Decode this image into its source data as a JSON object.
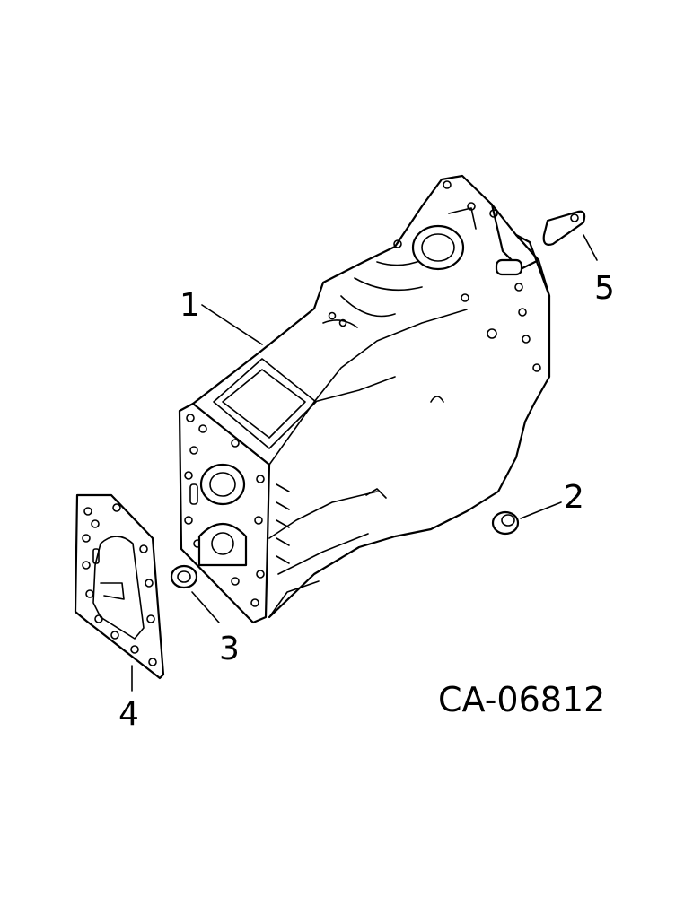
{
  "diagram": {
    "reference_code": "CA-06812",
    "callouts": [
      {
        "id": "1",
        "label": "1"
      },
      {
        "id": "2",
        "label": "2"
      },
      {
        "id": "3",
        "label": "3"
      },
      {
        "id": "4",
        "label": "4"
      },
      {
        "id": "5",
        "label": "5"
      }
    ]
  }
}
